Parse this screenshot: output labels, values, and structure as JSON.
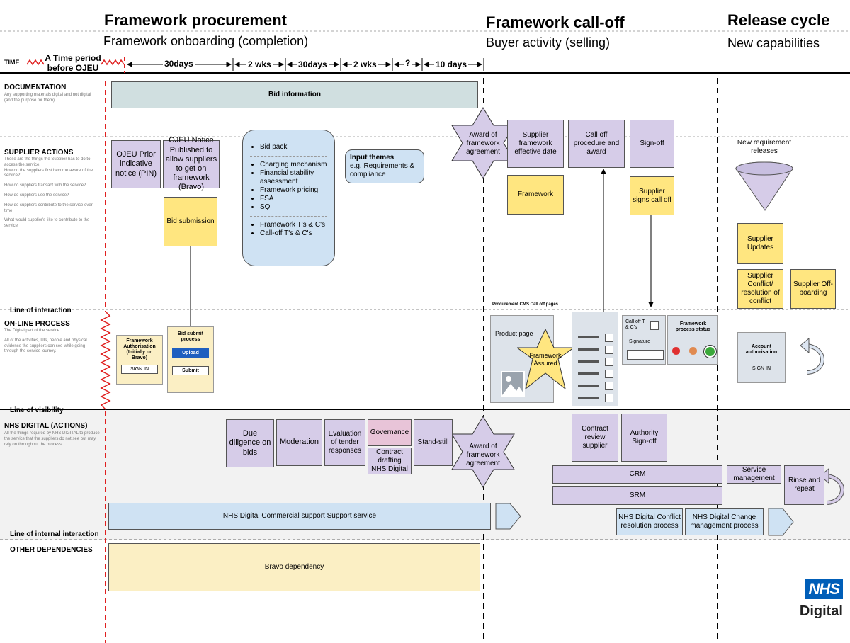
{
  "headers": {
    "procurement": {
      "title": "Framework procurement",
      "subtitle": "Framework onboarding (completion)"
    },
    "calloff": {
      "title": "Framework call-off",
      "subtitle": "Buyer activity (selling)"
    },
    "release": {
      "title": "Release cycle",
      "subtitle": "New capabilities"
    }
  },
  "timeline": {
    "label": "TIME",
    "pre_period": "A Time period before OJEU",
    "periods": [
      "30days",
      "2 wks",
      "30days",
      "2 wks",
      "?",
      "10 days"
    ]
  },
  "lanes": {
    "documentation": {
      "title": "DOCUMENTATION",
      "desc": "Any supporting materials digital and not digital (and the purpose for them)"
    },
    "supplier": {
      "title": "SUPPLIER  ACTIONS",
      "desc": [
        "These are the things the Supplier has to do to access the service.",
        "How do the suppliers first become aware of the service?",
        "How do suppliers transact with the service?",
        "How do suppliers use the service?",
        "How do suppliers contribute to the service over time",
        "What would supplier's like to contribute to the service"
      ]
    },
    "line_interaction": "Line of interaction",
    "online": {
      "title": "ON-LINE PROCESS",
      "desc": [
        "The Digital part of the service",
        "All of the activities, UIs, people and physical evidence the suppliers can see while going through the service journey."
      ]
    },
    "line_visibility": "Line of visibility",
    "nhs": {
      "title": "NHS DIGITAL (ACTIONS)",
      "desc": "All the things required by NHS DIGITAL to produce the service that the suppliers do not see but may rely on throughout the process"
    },
    "line_internal": "Line of internal interaction",
    "other": {
      "title": "OTHER DEPENDENCIES"
    }
  },
  "documentation": {
    "bid_information": "Bid information"
  },
  "supplier_actions": {
    "ojeu_prior": "OJEU Prior indicative notice (PIN)",
    "ojeu_notice": "OJEU Notice Published to allow suppliers to get on framework (Bravo)",
    "bid_submission": "Bid submission",
    "bid_pack_items_1": [
      "Bid pack"
    ],
    "bid_pack_items_2": [
      "Charging mechanism",
      "Financial stability assessment",
      "Framework pricing",
      "FSA",
      "SQ"
    ],
    "bid_pack_items_3": [
      "Framework T's & C's",
      "Call-off T's & C's"
    ],
    "input_themes_title": "Input themes",
    "input_themes_text": "e.g. Requirements & compliance",
    "award_framework": "Award of framework agreement",
    "supplier_effective": "Supplier framework effective date",
    "framework": "Framework",
    "call_off_procedure": "Call off procedure and award",
    "sign_off": "Sign-off",
    "supplier_signs": "Supplier signs call off",
    "new_requirement": "New requirement releases",
    "supplier_updates": "Supplier Updates",
    "supplier_conflict": "Supplier Conflict/ resolution of conflict",
    "supplier_offboarding": "Supplier Off-boarding"
  },
  "online_process": {
    "framework_auth_title": "Framework Authorisation (Initially on Bravo)",
    "sign_in": "SIGN IN",
    "bid_submit_title": "Bid submit process",
    "upload": "Upload",
    "submit": "Submit",
    "cms_label": "Procurement  CMS Call off pages",
    "product_page": "Product page",
    "framework_assured": "Framework Assured",
    "call_off_tcs": "Call off T & C's",
    "signature": "Signature",
    "framework_status": "Framework process status",
    "account_auth": "Account authorisation",
    "account_sign_in": "SIGN IN"
  },
  "nhs_actions": {
    "due_diligence": "Due diligence on bids",
    "moderation": "Moderation",
    "evaluation": "Evaluation of tender responses",
    "governance": "Governance",
    "contract_drafting": "Contract drafting NHS Digital",
    "stand_still": "Stand-still",
    "award_framework": "Award of framework agreement",
    "contract_review": "Contract review supplier",
    "authority_signoff": "Authority Sign-off",
    "crm": "CRM",
    "srm": "SRM",
    "service_management": "Service management",
    "rinse_repeat": "Rinse and repeat",
    "commercial_support": "NHS Digital Commercial support Support service",
    "conflict_resolution": "NHS Digital Conflict resolution process",
    "change_management": "NHS Digital Change management process"
  },
  "dependencies": {
    "bravo": "Bravo dependency"
  },
  "logo": {
    "mark": "NHS",
    "text": "Digital"
  },
  "colors": {
    "lavender": "#d6cce8",
    "yellow": "#ffe680",
    "blue": "#cfe2f3",
    "red": "#e02020",
    "nhs_blue": "#005eb8"
  }
}
